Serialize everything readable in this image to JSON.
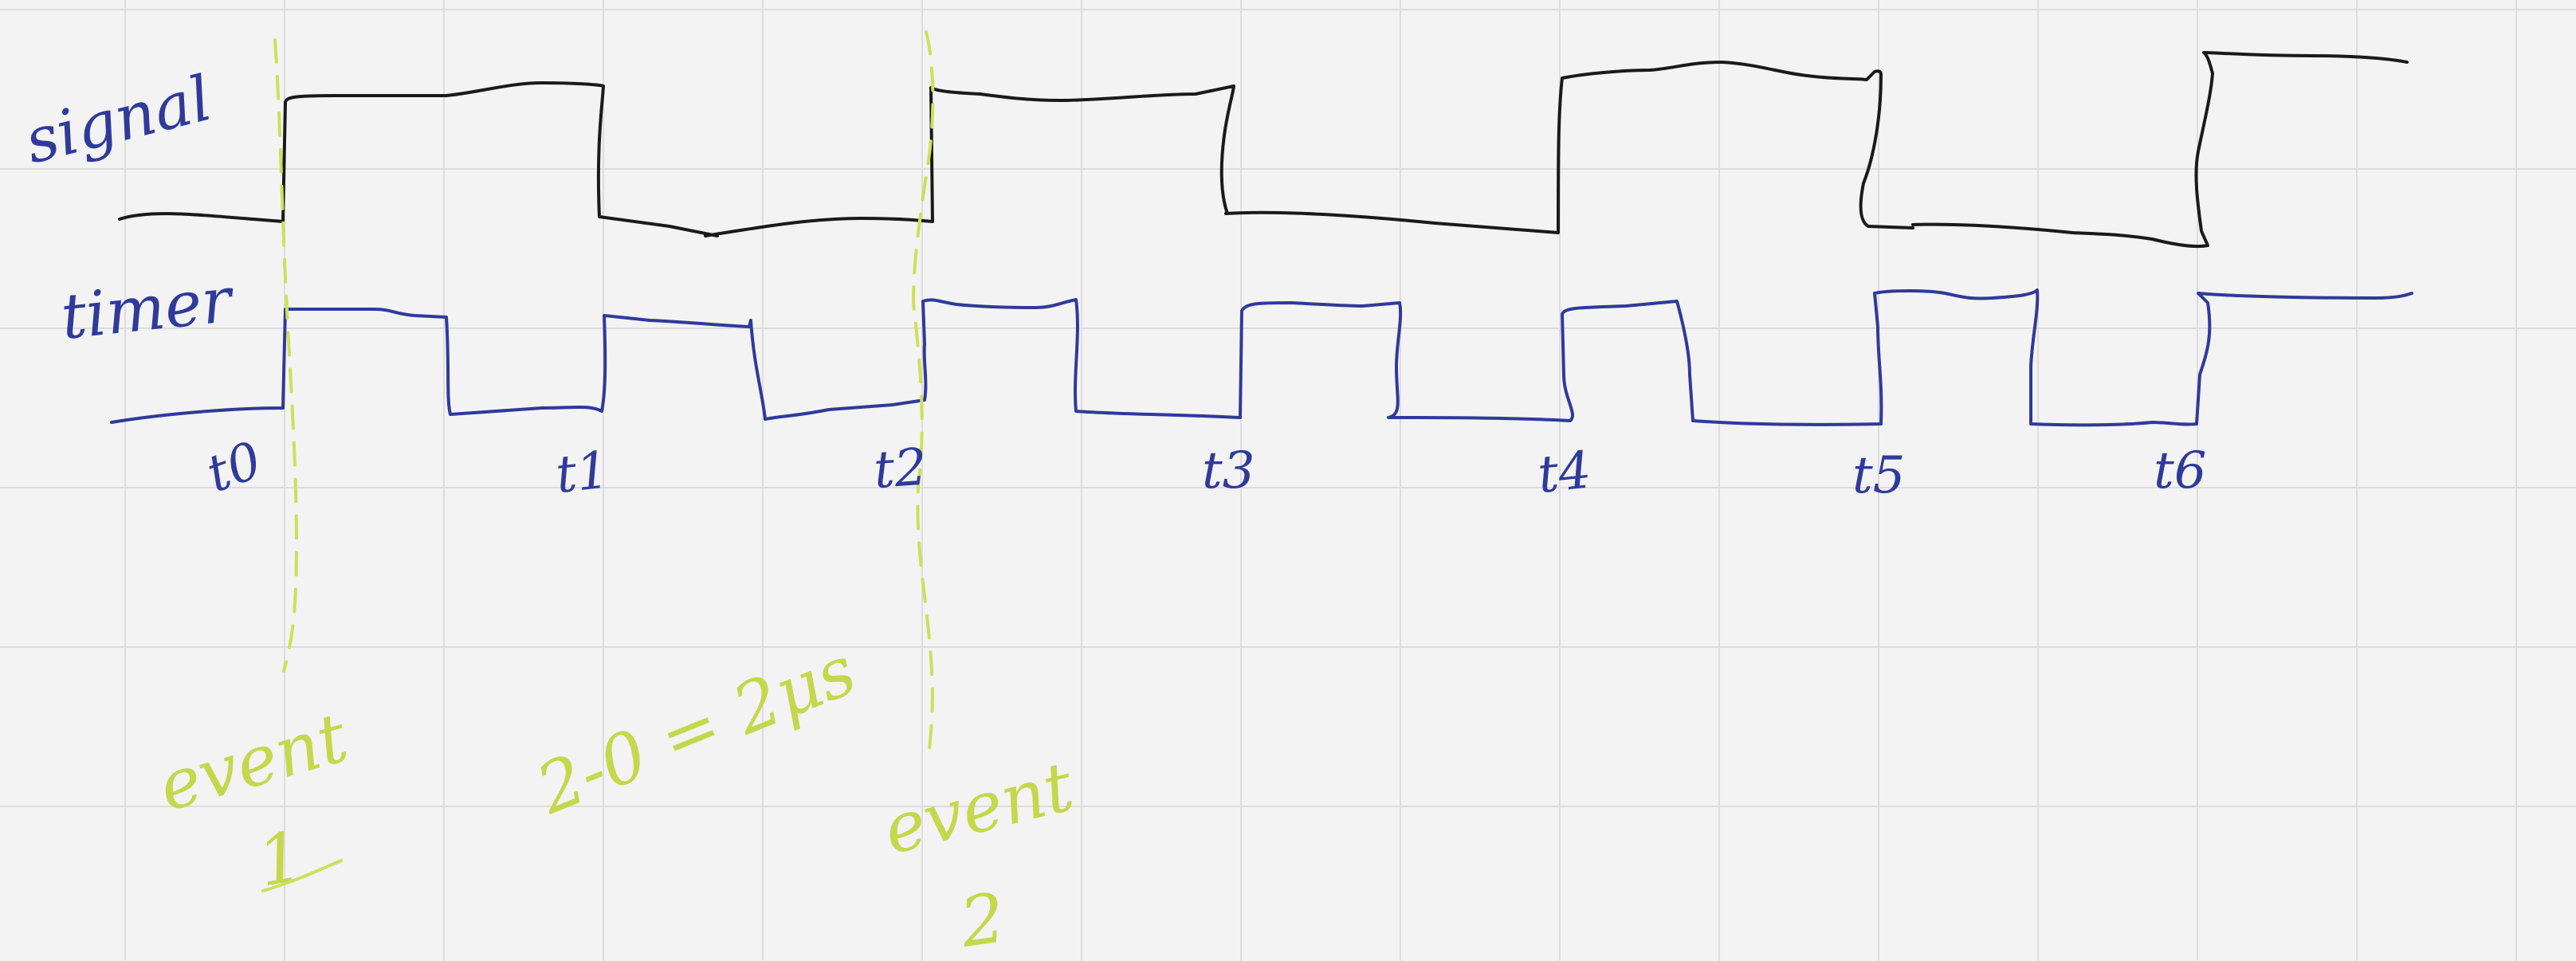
{
  "rows": {
    "signal_label": "signal",
    "timer_label": "timer"
  },
  "ticks": [
    "t0",
    "t1",
    "t2",
    "t3",
    "t4",
    "t5",
    "t6"
  ],
  "events": [
    {
      "label": "event",
      "number": "1"
    },
    {
      "label": "event",
      "number": "2"
    }
  ],
  "difference_note": "2-0 = 2μs",
  "colors": {
    "background": "#f3f3f3",
    "grid": "#dddddd",
    "signal_ink": "#1a1a1a",
    "timer_ink": "#2f3a9a",
    "event_marker_ink": "#cde05a"
  },
  "icons": []
}
